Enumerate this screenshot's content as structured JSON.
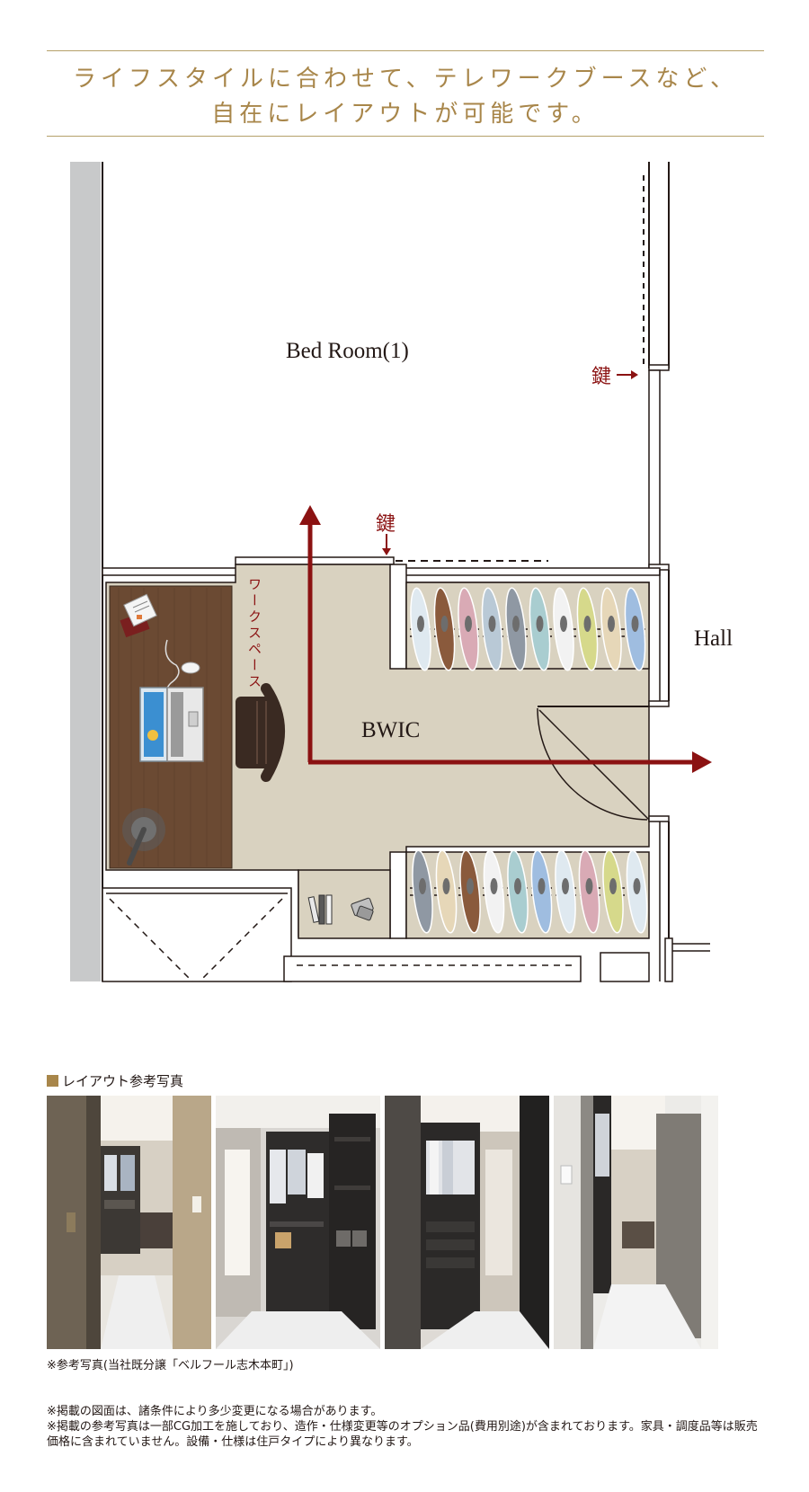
{
  "headline": {
    "line1": "ライフスタイルに合わせて、テレワークブースなど、",
    "line2": "自在にレイアウトが可能です。"
  },
  "floorplan": {
    "bedroom_label": "Bed Room(1)",
    "bwic_label": "BWIC",
    "hall_label": "Hall",
    "workspace_label": "ワークスペース",
    "lock_label_1": "鍵",
    "lock_label_2": "鍵",
    "colors": {
      "wall": "#c8c9ca",
      "floor": "#d9d2c0",
      "arrow": "#8b1212",
      "desk": "#6b4a33",
      "lock_text": "#8b1212"
    },
    "hanger_colors_top": [
      "#dfe9f0",
      "#8a5a3c",
      "#d9aab5",
      "#b9c9d6",
      "#8f98a3",
      "#a9cdd0",
      "#f2f2f2",
      "#d6d98b",
      "#e6d7b8",
      "#9fbde0"
    ],
    "hanger_colors_bottom": [
      "#8f98a3",
      "#e6d7b8",
      "#8a5a3c",
      "#f2f2f2",
      "#a9cdd0",
      "#9fbde0",
      "#dfe9f0",
      "#d9aab5",
      "#d6d98b",
      "#dfe9f0"
    ]
  },
  "photos_section": {
    "title": "レイアウト参考写真",
    "caption": "※参考写真(当社既分譲「ベルフール志木本町」)"
  },
  "notes": {
    "note1": "※掲載の図面は、諸条件により多少変更になる場合があります。",
    "note2": "※掲載の参考写真は一部CG加工を施しており、造作・仕様変更等のオプション品(費用別途)が含まれております。家具・調度品等は販売価格に含まれていません。設備・仕様は住戸タイプにより異なります。"
  }
}
